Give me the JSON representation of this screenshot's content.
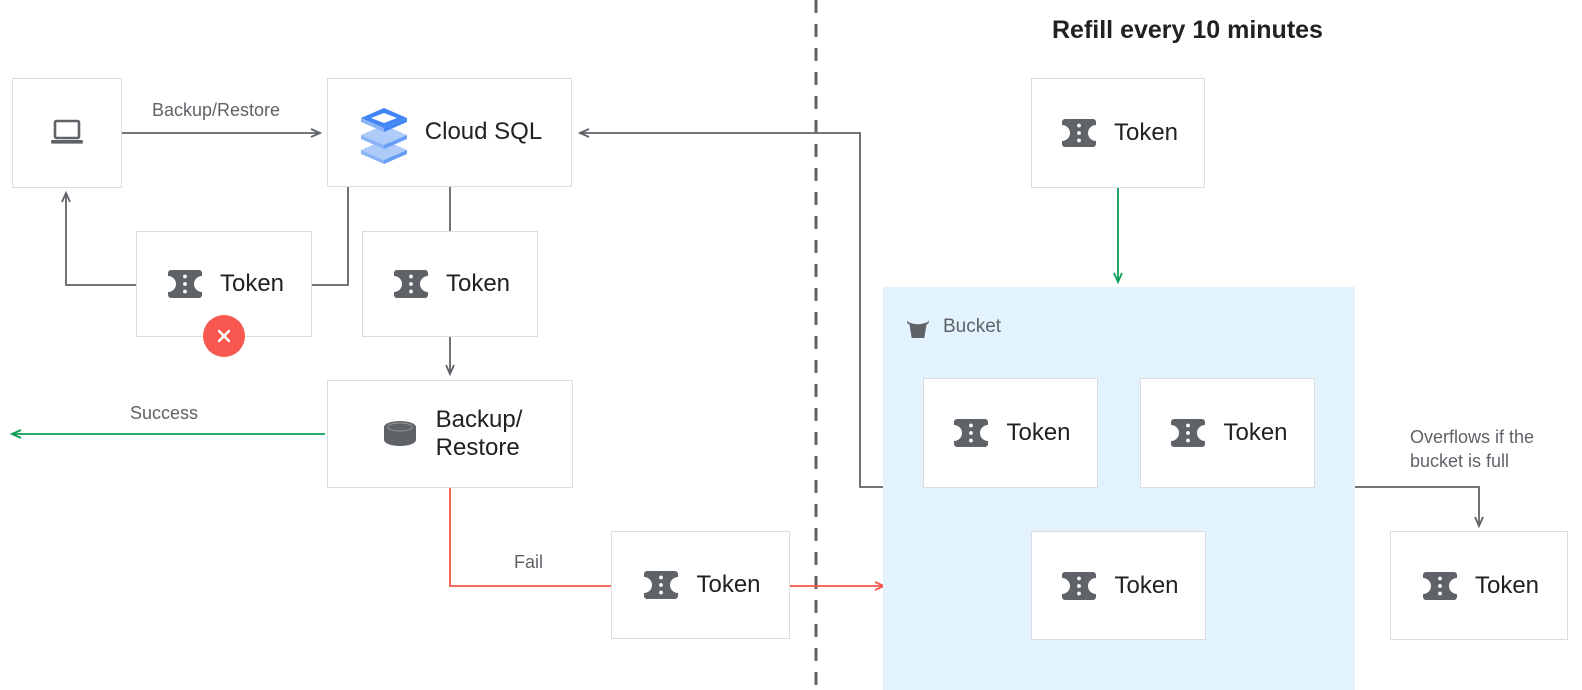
{
  "diagram": {
    "title": "Refill every 10 minutes",
    "token_label": "Token",
    "bucket_label": "Bucket",
    "colors": {
      "green": "#0f9d58",
      "red": "#f4574c",
      "gray_line": "#5f6368",
      "box_border": "#dadce0",
      "bucket_fill": "#e2f3fd",
      "icon_gray": "#5f6368",
      "badge_red": "#f8584f",
      "cloudsql_blue_dark": "#4285f4",
      "cloudsql_blue_mid": "#8ab4f8",
      "cloudsql_blue_light": "#aecbfa"
    }
  },
  "nodes": {
    "client": {
      "icon": "laptop-icon",
      "label": ""
    },
    "cloudsql": {
      "icon": "cloud-sql-icon",
      "label": "Cloud SQL"
    },
    "token_rejected": {
      "icon": "token-icon",
      "label": "Token",
      "badge": "error-x-badge"
    },
    "token_consumed": {
      "icon": "token-icon",
      "label": "Token"
    },
    "backup_restore": {
      "icon": "database-icon",
      "label": "Backup/\nRestore"
    },
    "token_fail": {
      "icon": "token-icon",
      "label": "Token"
    },
    "token_refill": {
      "icon": "token-icon",
      "label": "Token"
    },
    "token_bucket_1": {
      "icon": "token-icon",
      "label": "Token"
    },
    "token_bucket_2": {
      "icon": "token-icon",
      "label": "Token"
    },
    "token_bucket_3": {
      "icon": "token-icon",
      "label": "Token"
    },
    "token_overflow": {
      "icon": "token-icon",
      "label": "Token"
    },
    "bucket": {
      "icon": "bucket-icon",
      "label": "Bucket"
    }
  },
  "edges": {
    "backup_restore_label": "Backup/Restore",
    "success_label": "Success",
    "fail_label": "Fail",
    "overflow_label": "Overflows if the\nbucket is full"
  }
}
